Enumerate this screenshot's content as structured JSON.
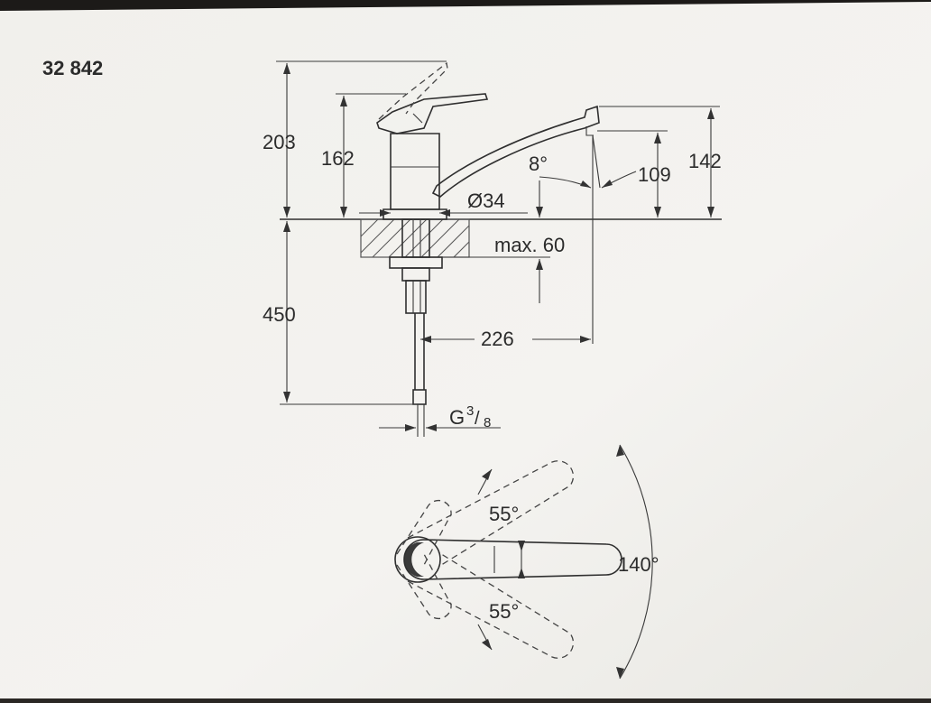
{
  "model_number": "32 842",
  "dimensions": {
    "total_height": "203",
    "lever_height": "162",
    "spout_angle": "8°",
    "spout_lower": "109",
    "spout_upper": "142",
    "base_diameter": "Ø34",
    "max_thickness": "max. 60",
    "hose_length": "450",
    "reach": "226",
    "thread_prefix": "G",
    "thread_num": "3",
    "thread_den": "8"
  },
  "rotation": {
    "angle_up": "55°",
    "angle_down": "55°",
    "angle_total": "140°"
  },
  "colors": {
    "paper": "#f3f2ee",
    "ink": "#2f2f2f",
    "background": "#2a2724"
  }
}
